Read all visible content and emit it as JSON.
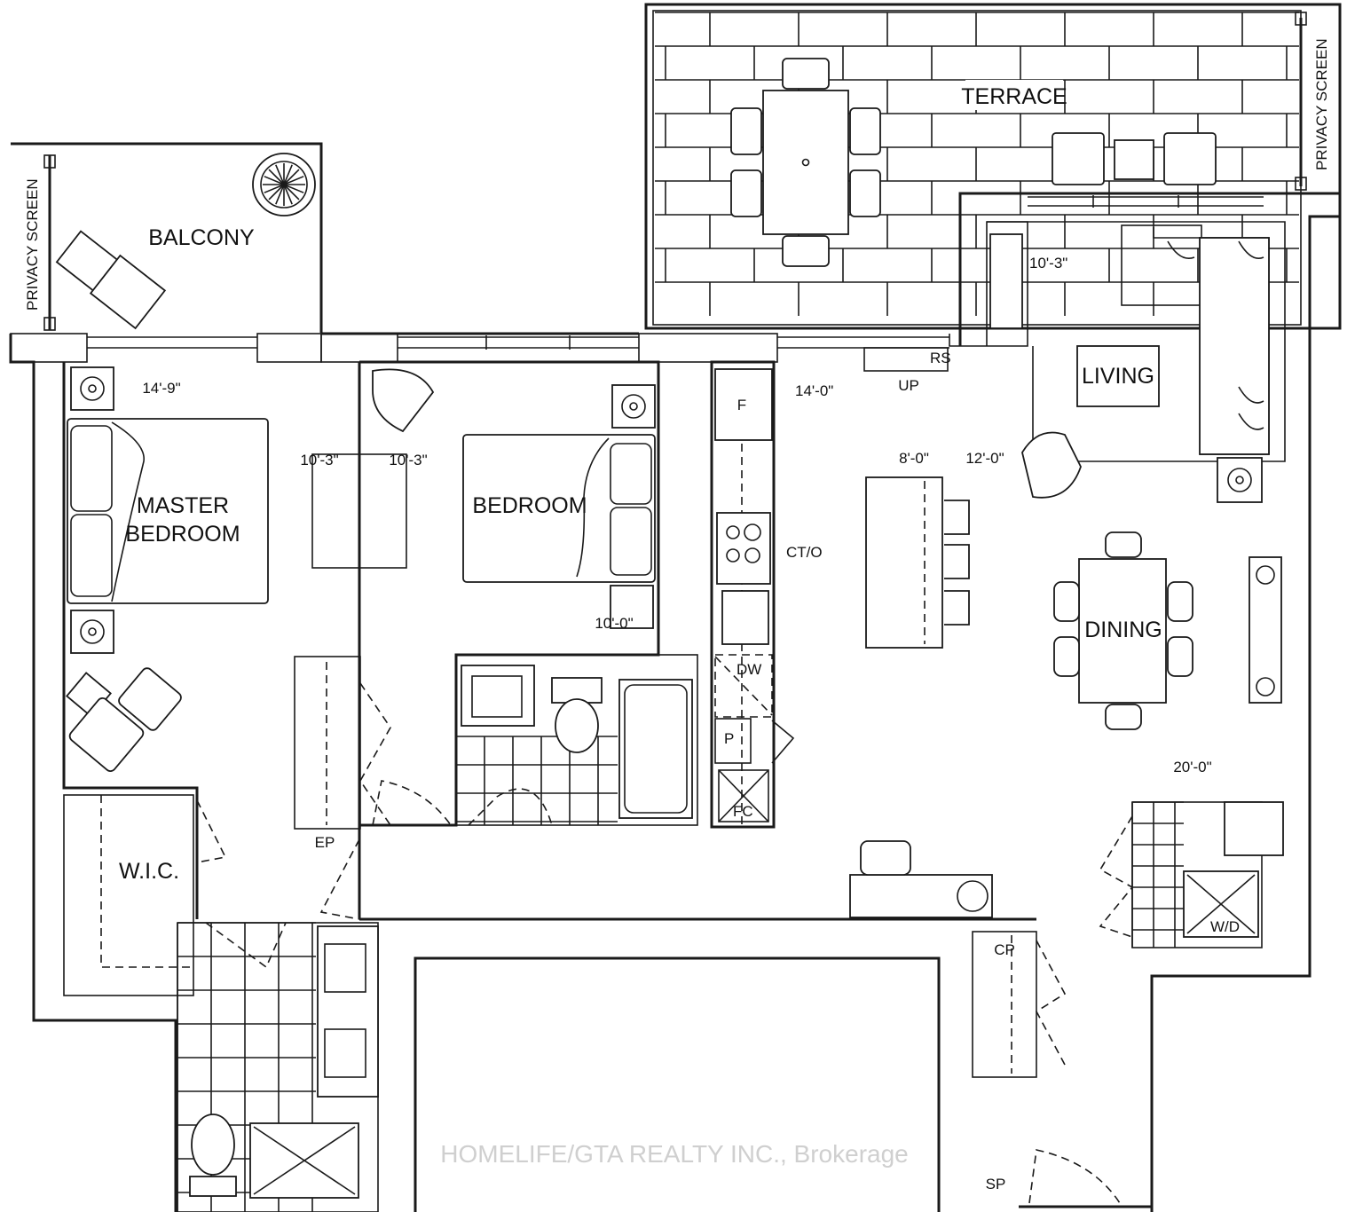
{
  "rooms": {
    "terrace": "TERRACE",
    "balcony": "BALCONY",
    "master_bedroom_line1": "MASTER",
    "master_bedroom_line2": "BEDROOM",
    "bedroom": "BEDROOM",
    "living": "LIVING",
    "dining": "DINING",
    "wic": "W.I.C."
  },
  "side_labels": {
    "privacy_screen_left": "PRIVACY SCREEN",
    "privacy_screen_right": "PRIVACY SCREEN"
  },
  "dimensions": {
    "master_width": "14'-9\"",
    "master_depth": "10'-3\"",
    "bedroom_depth": "10'-3\"",
    "bedroom_width": "10'-0\"",
    "kitchen_width": "14'-0\"",
    "living_width": "10'-3\"",
    "living_depth_a": "8'-0\"",
    "living_depth_b": "12'-0\"",
    "overall": "20'-0\""
  },
  "fixtures": {
    "fridge": "F",
    "cooktop_oven": "CT/O",
    "dishwasher": "DW",
    "pantry": "P",
    "furnace_closet": "FC",
    "electrical_panel": "EP",
    "washer_dryer": "W/D",
    "coat_closet": "CP",
    "sprinkler": "SP",
    "range_shelf": "RS",
    "up": "UP"
  },
  "watermark": "HOMELIFE/GTA REALTY INC., Brokerage"
}
